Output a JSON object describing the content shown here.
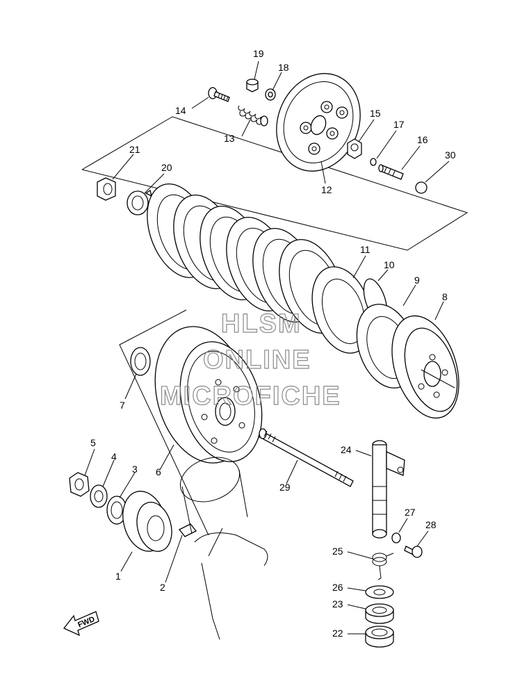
{
  "watermark": {
    "line1": "HLSM",
    "line2": "ONLINE",
    "line3": "MICROFICHE"
  },
  "direction_label": "FWD",
  "callouts": [
    {
      "id": "1",
      "label": "1"
    },
    {
      "id": "2",
      "label": "2"
    },
    {
      "id": "3",
      "label": "3"
    },
    {
      "id": "4",
      "label": "4"
    },
    {
      "id": "5",
      "label": "5"
    },
    {
      "id": "6",
      "label": "6"
    },
    {
      "id": "7",
      "label": "7"
    },
    {
      "id": "8",
      "label": "8"
    },
    {
      "id": "9",
      "label": "9"
    },
    {
      "id": "10",
      "label": "10"
    },
    {
      "id": "11",
      "label": "11"
    },
    {
      "id": "12",
      "label": "12"
    },
    {
      "id": "13",
      "label": "13"
    },
    {
      "id": "14",
      "label": "14"
    },
    {
      "id": "15",
      "label": "15"
    },
    {
      "id": "16",
      "label": "16"
    },
    {
      "id": "17",
      "label": "17"
    },
    {
      "id": "18",
      "label": "18"
    },
    {
      "id": "19",
      "label": "19"
    },
    {
      "id": "20",
      "label": "20"
    },
    {
      "id": "21",
      "label": "21"
    },
    {
      "id": "22",
      "label": "22"
    },
    {
      "id": "23",
      "label": "23"
    },
    {
      "id": "24",
      "label": "24"
    },
    {
      "id": "25",
      "label": "25"
    },
    {
      "id": "26",
      "label": "26"
    },
    {
      "id": "27",
      "label": "27"
    },
    {
      "id": "28",
      "label": "28"
    },
    {
      "id": "29",
      "label": "29"
    },
    {
      "id": "30",
      "label": "30"
    }
  ]
}
